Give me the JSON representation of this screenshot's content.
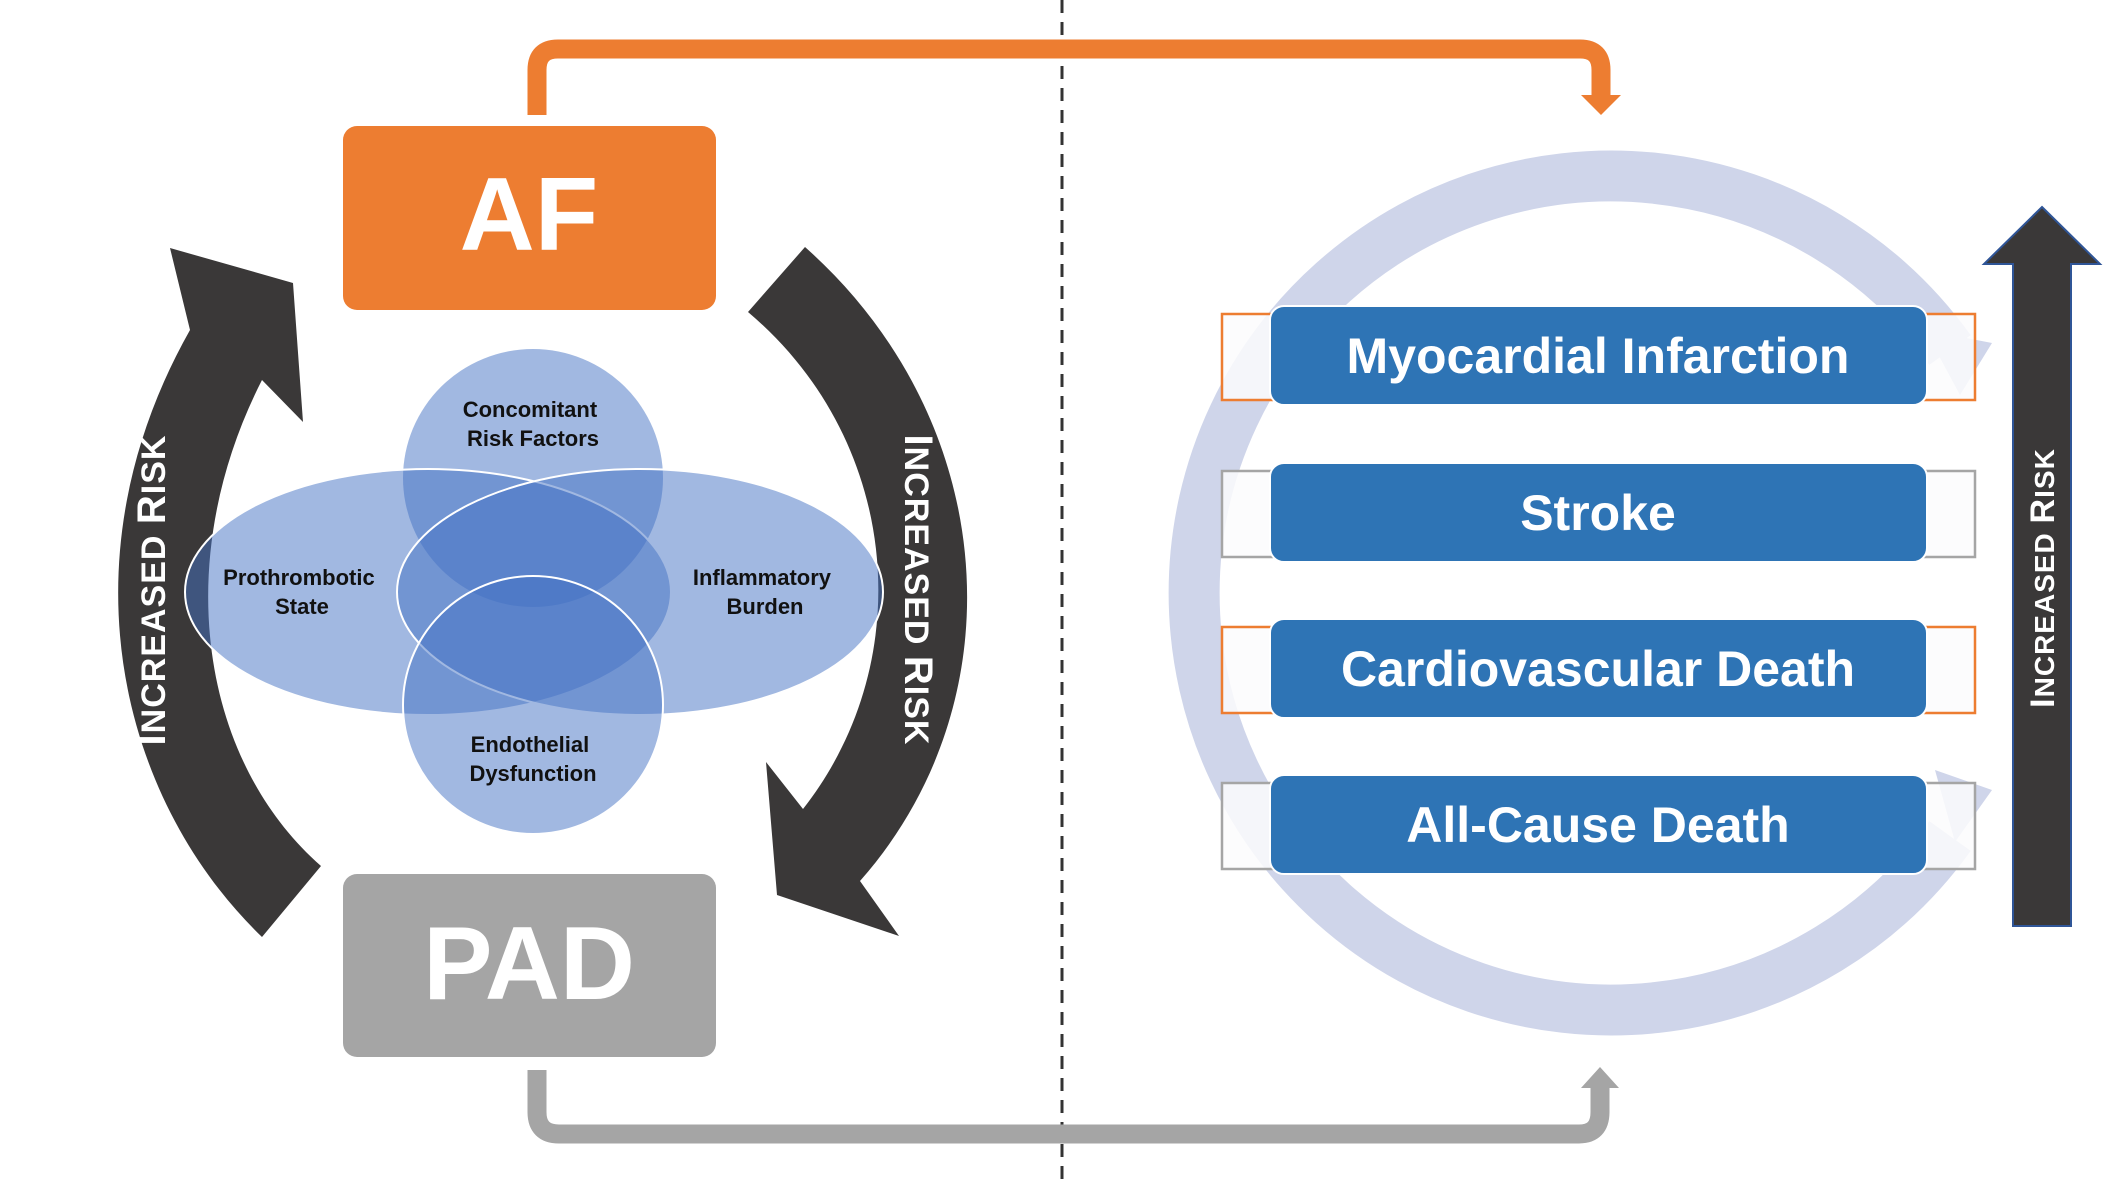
{
  "colors": {
    "af": "#ED7D31",
    "pad": "#A5A5A5",
    "arrow_dark": "#3A3838",
    "arrow_border": "#2F5597",
    "outcome_bar": "#2E74B5",
    "ring": "#CFD5EA",
    "venn_fill": "#4472C4",
    "divider": "#333333"
  },
  "left_panel": {
    "af_box": {
      "label": "AF"
    },
    "pad_box": {
      "label": "PAD"
    },
    "cycle_arrows": {
      "left_label_main": "I",
      "left_label_rest": "NCREASED ",
      "left_label_r": "R",
      "left_label_end": "ISK",
      "right_label_main": "I",
      "right_label_rest": "NCREASED ",
      "right_label_r": "R",
      "right_label_end": "ISK"
    },
    "venn": {
      "top": [
        "Concomitant",
        "Risk Factors"
      ],
      "left": [
        "Prothrombotic",
        "State"
      ],
      "right": [
        "Inflammatory",
        "Burden"
      ],
      "bottom": [
        "Endothelial",
        "Dysfunction"
      ]
    }
  },
  "right_panel": {
    "outcomes": [
      {
        "label": "Myocardial Infarction",
        "bracket": "orange"
      },
      {
        "label": "Stroke",
        "bracket": "gray"
      },
      {
        "label": "Cardiovascular Death",
        "bracket": "orange"
      },
      {
        "label": "All-Cause Death",
        "bracket": "gray"
      }
    ],
    "risk_arrow": {
      "label_i": "I",
      "label_ncreased": "NCREASED ",
      "label_r": "R",
      "label_isk": "ISK"
    }
  }
}
